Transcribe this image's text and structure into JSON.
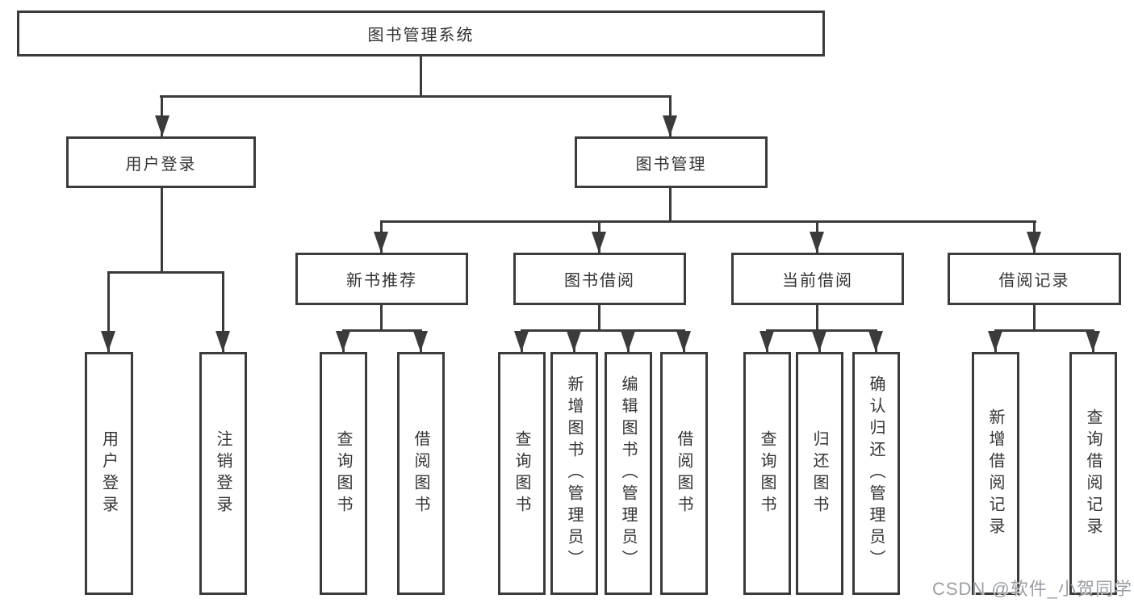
{
  "diagram": {
    "title": "图书管理系统",
    "root": {
      "label": "图书管理系统"
    },
    "branches": [
      {
        "label": "用户登录",
        "leaves": [
          "用户登录",
          "注销登录"
        ]
      },
      {
        "label": "图书管理",
        "children": [
          {
            "label": "新书推荐",
            "leaves": [
              "查询图书",
              "借阅图书"
            ]
          },
          {
            "label": "图书借阅",
            "leaves": [
              "查询图书",
              "新增图书（管理员）",
              "编辑图书（管理员）",
              "借阅图书"
            ]
          },
          {
            "label": "当前借阅",
            "leaves": [
              "查询图书",
              "归还图书",
              "确认归还（管理员）"
            ]
          },
          {
            "label": "借阅记录",
            "leaves": [
              "新增借阅记录",
              "查询借阅记录"
            ]
          }
        ]
      }
    ]
  },
  "colors": {
    "line": "#3b3b3b",
    "text": "#333333",
    "background": "#ffffff",
    "watermark": "#9b9fa4"
  },
  "watermark": {
    "text": "CSDN @软件_小贺同学"
  }
}
